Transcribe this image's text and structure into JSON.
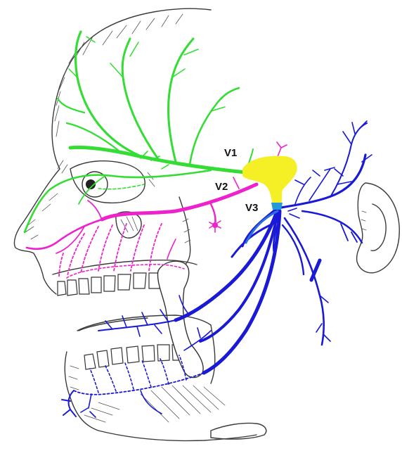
{
  "labels": {
    "v1": "V1",
    "v2": "V2",
    "v3": "V3"
  },
  "colors": {
    "ophthalmic_branch": "#33dd33",
    "maxillary_branch": "#ee22cc",
    "mandibular_branch": "#1a1ad6",
    "ganglion": "#f5f025",
    "ganglion_junction": "#2299dd",
    "sketch_lines": "#3a3a3a"
  }
}
